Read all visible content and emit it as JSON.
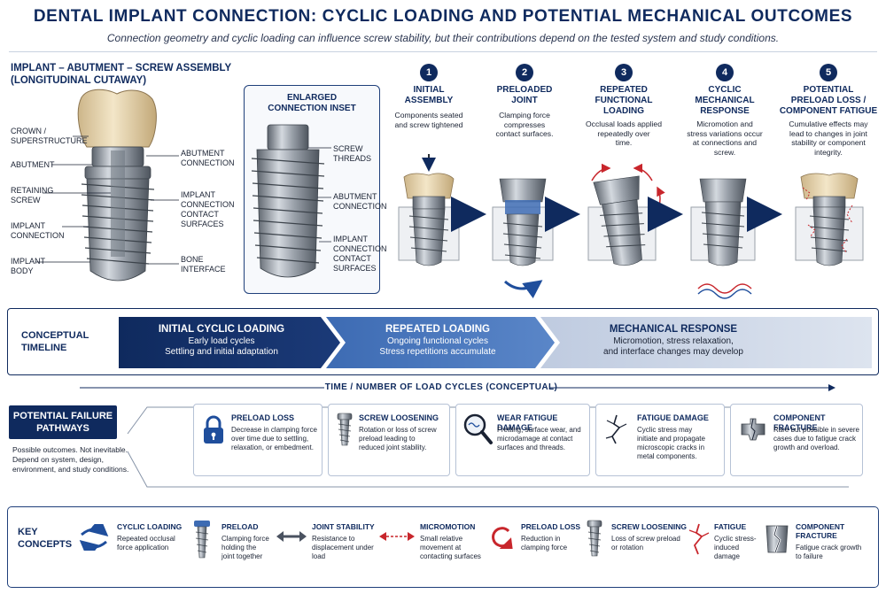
{
  "header": {
    "title": "DENTAL IMPLANT CONNECTION: CYCLIC LOADING AND POTENTIAL MECHANICAL OUTCOMES",
    "subtitle": "Connection geometry and cyclic loading can influence screw stability, but their contributions depend on the tested system and study conditions."
  },
  "assembly": {
    "title_line1": "IMPLANT – ABUTMENT – SCREW ASSEMBLY",
    "title_line2": "(LONGITUDINAL CUTAWAY)",
    "left_labels": [
      {
        "l1": "CROWN /",
        "l2": "SUPERSTRUCTURE"
      },
      {
        "l1": "ABUTMENT",
        "l2": ""
      },
      {
        "l1": "RETAINING",
        "l2": "SCREW"
      },
      {
        "l1": "IMPLANT",
        "l2": "CONNECTION"
      },
      {
        "l1": "IMPLANT",
        "l2": "BODY"
      }
    ],
    "right_labels": [
      {
        "l1": "ABUTMENT",
        "l2": "CONNECTION",
        "l3": ""
      },
      {
        "l1": "IMPLANT",
        "l2": "CONNECTION",
        "l3": "CONTACT",
        "l4": "SURFACES"
      },
      {
        "l1": "BONE",
        "l2": "INTERFACE"
      }
    ]
  },
  "inset": {
    "title_line1": "ENLARGED",
    "title_line2": "CONNECTION INSET",
    "labels": [
      {
        "l1": "SCREW",
        "l2": "THREADS"
      },
      {
        "l1": "ABUTMENT",
        "l2": "CONNECTION"
      },
      {
        "l1": "IMPLANT",
        "l2": "CONNECTION",
        "l3": "CONTACT",
        "l4": "SURFACES"
      }
    ]
  },
  "steps": [
    {
      "num": "1",
      "t1": "INITIAL",
      "t2": "ASSEMBLY",
      "t3": "",
      "d1": "Components seated",
      "d2": "and screw tightened",
      "d3": "",
      "d4": ""
    },
    {
      "num": "2",
      "t1": "PRELOADED",
      "t2": "JOINT",
      "t3": "",
      "d1": "Clamping force",
      "d2": "compresses",
      "d3": "contact surfaces.",
      "d4": ""
    },
    {
      "num": "3",
      "t1": "REPEATED",
      "t2": "FUNCTIONAL",
      "t3": "LOADING",
      "d1": "Occlusal loads applied",
      "d2": "repeatedly over",
      "d3": "time.",
      "d4": ""
    },
    {
      "num": "4",
      "t1": "CYCLIC",
      "t2": "MECHANICAL",
      "t3": "RESPONSE",
      "d1": "Micromotion and",
      "d2": "stress variations occur",
      "d3": "at connections and",
      "d4": "screw."
    },
    {
      "num": "5",
      "t1": "POTENTIAL",
      "t2": "PRELOAD LOSS /",
      "t3": "COMPONENT FATIGUE",
      "d1": "Cumulative effects may",
      "d2": "lead to changes in joint",
      "d3": "stability or component",
      "d4": "integrity."
    }
  ],
  "timeline": {
    "label_line1": "CONCEPTUAL",
    "label_line2": "TIMELINE",
    "segments": [
      {
        "title": "INITIAL CYCLIC LOADING",
        "l1": "Early load cycles",
        "l2": "Settling and initial adaptation"
      },
      {
        "title": "REPEATED LOADING",
        "l1": "Ongoing functional cycles",
        "l2": "Stress repetitions accumulate"
      },
      {
        "title": "MECHANICAL RESPONSE",
        "l1": "Micromotion, stress relaxation,",
        "l2": "and interface changes may develop"
      }
    ],
    "axis_label": "TIME / NUMBER OF LOAD CYCLES (CONCEPTUAL)"
  },
  "failure": {
    "title_line1": "POTENTIAL FAILURE",
    "title_line2": "PATHWAYS",
    "note_l1": "Possible outcomes. Not inevitable.",
    "note_l2": "Depend on system, design,",
    "note_l3": "environment, and study conditions.",
    "cards": [
      {
        "title": "PRELOAD LOSS",
        "d": [
          "Decrease in clamping force",
          "over time due to settling,",
          "relaxation, or embedment."
        ]
      },
      {
        "title": "SCREW LOOSENING",
        "d": [
          "Rotation or loss of screw",
          "preload leading to",
          "reduced joint stability."
        ]
      },
      {
        "title": "WEAR FATIGUE DAMAGE",
        "d": [
          "Fretting, surface wear, and",
          "microdamage at contact",
          "surfaces and threads."
        ]
      },
      {
        "title": "FATIGUE DAMAGE",
        "d": [
          "Cyclic stress may",
          "initiate and propagate",
          "microscopic cracks in",
          "metal components."
        ]
      },
      {
        "title": "COMPONENT FRACTURE",
        "d": [
          "Rare but possible in severe",
          "cases due to fatigue crack",
          "growth and overload."
        ]
      }
    ]
  },
  "key_concepts": {
    "title_line1": "KEY",
    "title_line2": "CONCEPTS",
    "items": [
      {
        "title": "CYCLIC LOADING",
        "d": [
          "Repeated occlusal",
          "force application"
        ]
      },
      {
        "title": "PRELOAD",
        "d": [
          "Clamping force",
          "holding the",
          "joint together"
        ]
      },
      {
        "title": "JOINT STABILITY",
        "d": [
          "Resistance to",
          "displacement under",
          "load"
        ]
      },
      {
        "title": "MICROMOTION",
        "d": [
          "Small relative",
          "movement at",
          "contacting surfaces"
        ]
      },
      {
        "title": "PRELOAD LOSS",
        "d": [
          "Reduction in",
          "clamping force"
        ]
      },
      {
        "title": "SCREW LOOSENING",
        "d": [
          "Loss of screw preload",
          "or rotation"
        ]
      },
      {
        "title": "FATIGUE",
        "d": [
          "Cyclic stress-",
          "induced",
          "damage"
        ]
      },
      {
        "title": "COMPONENT FRACTURE",
        "d": [
          "Fatigue crack growth",
          "to failure"
        ]
      }
    ]
  },
  "colors": {
    "navy": "#0f2a5e",
    "mid_blue": "#3d6bb3",
    "light_blue": "#c9d4e6",
    "metal": "#8a929c",
    "crown": "#e8d6b0",
    "accent_red": "#c8262c"
  }
}
